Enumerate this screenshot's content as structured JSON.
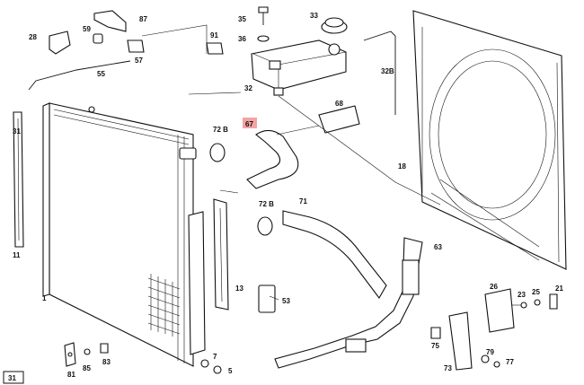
{
  "diagram": {
    "page_number": "31",
    "highlight_color": "#f4a3a3",
    "labels": {
      "p87": "87",
      "p35": "35",
      "p33": "33",
      "p59": "59",
      "p28": "28",
      "p91": "91",
      "p36": "36",
      "p57": "57",
      "p55": "55",
      "p32b": "32B",
      "p32": "32",
      "p68": "68",
      "p67": "67",
      "p72b_a": "72 B",
      "p31": "31",
      "p18": "18",
      "p71": "71",
      "p72b_b": "72 B",
      "p11": "11",
      "p63": "63",
      "p13": "13",
      "p53": "53",
      "p1": "1",
      "p26": "26",
      "p23": "23",
      "p25": "25",
      "p21": "21",
      "p7": "7",
      "p81": "81",
      "p85": "85",
      "p83": "83",
      "p5": "5",
      "p75": "75",
      "p73": "73",
      "p79": "79",
      "p77": "77"
    }
  }
}
